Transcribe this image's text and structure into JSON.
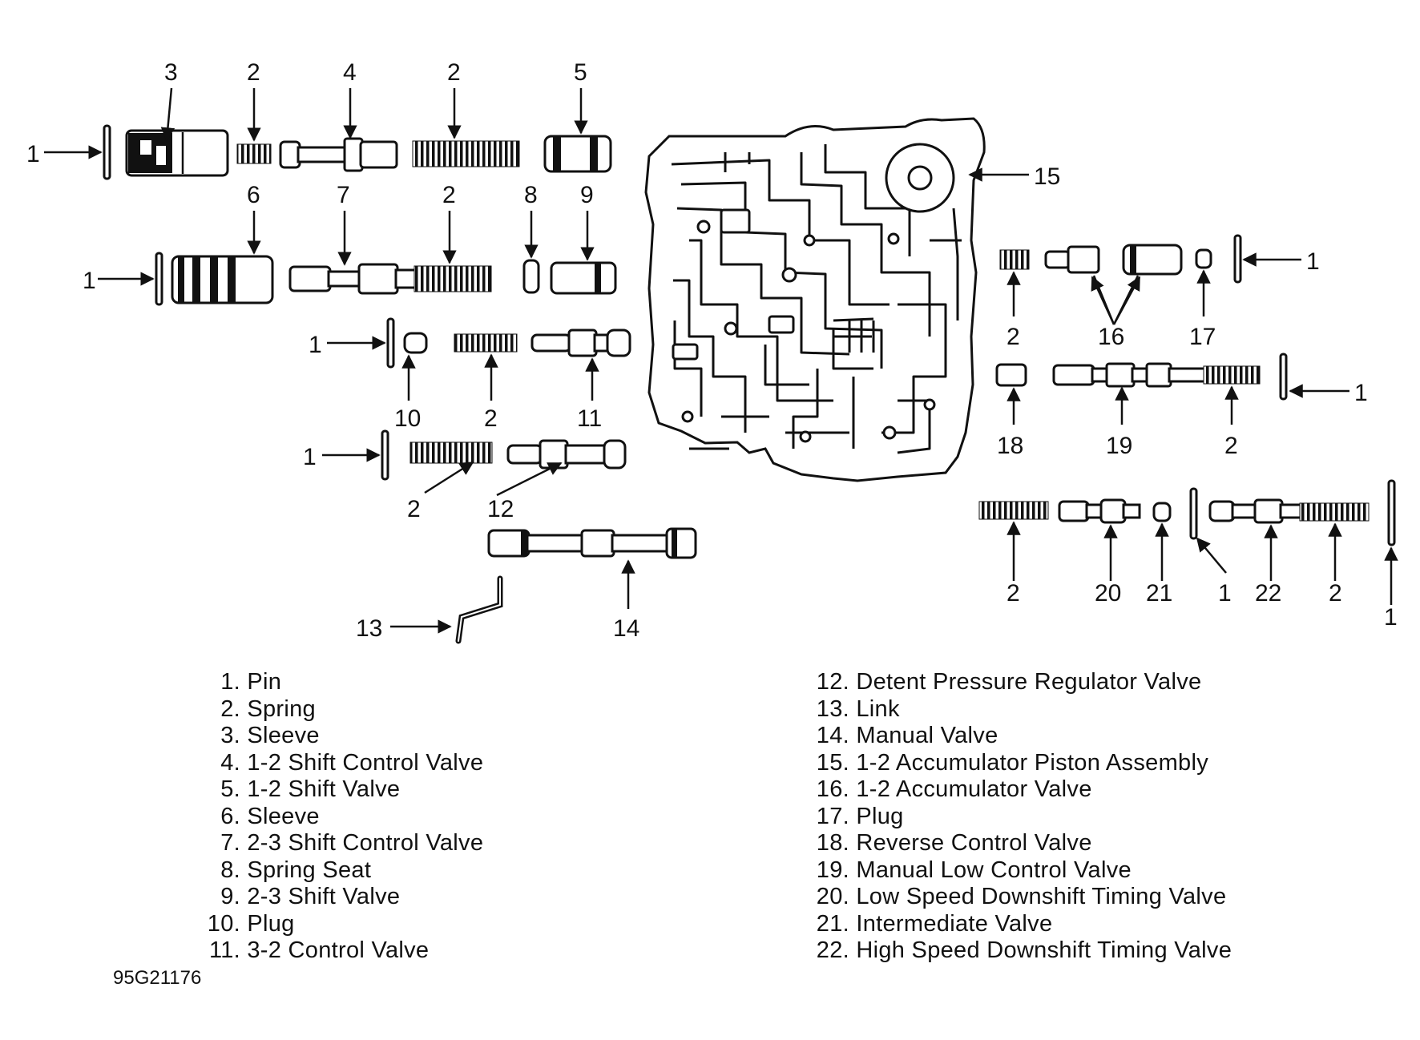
{
  "callouts": {
    "c3": "3",
    "c2a": "2",
    "c4": "4",
    "c2b": "2",
    "c5": "5",
    "c1a": "1",
    "c6": "6",
    "c7": "7",
    "c2c": "2",
    "c8": "8",
    "c9": "9",
    "c1b": "1",
    "c1c": "1",
    "c10": "10",
    "c2d": "2",
    "c11": "11",
    "c1d": "1",
    "c2e": "2",
    "c12": "12",
    "c13": "13",
    "c14": "14",
    "c15": "15",
    "c2f": "2",
    "c16": "16",
    "c17": "17",
    "c1e": "1",
    "c18": "18",
    "c19": "19",
    "c2g": "2",
    "c1f": "1",
    "c2h": "2",
    "c20": "20",
    "c21": "21",
    "c1g": "1",
    "c22": "22",
    "c2i": "2",
    "c1h": "1"
  },
  "legend": {
    "left": [
      {
        "num": "1.",
        "text": "Pin"
      },
      {
        "num": "2.",
        "text": "Spring"
      },
      {
        "num": "3.",
        "text": "Sleeve"
      },
      {
        "num": "4.",
        "text": "1-2 Shift Control Valve"
      },
      {
        "num": "5.",
        "text": "1-2 Shift Valve"
      },
      {
        "num": "6.",
        "text": "Sleeve"
      },
      {
        "num": "7.",
        "text": "2-3 Shift Control Valve"
      },
      {
        "num": "8.",
        "text": "Spring Seat"
      },
      {
        "num": "9.",
        "text": "2-3 Shift Valve"
      },
      {
        "num": "10.",
        "text": "Plug"
      },
      {
        "num": "11.",
        "text": "3-2 Control Valve"
      }
    ],
    "right": [
      {
        "num": "12.",
        "text": "Detent Pressure Regulator Valve"
      },
      {
        "num": "13.",
        "text": "Link"
      },
      {
        "num": "14.",
        "text": "Manual Valve"
      },
      {
        "num": "15.",
        "text": "1-2 Accumulator Piston Assembly"
      },
      {
        "num": "16.",
        "text": "1-2 Accumulator Valve"
      },
      {
        "num": "17.",
        "text": "Plug"
      },
      {
        "num": "18.",
        "text": "Reverse Control Valve"
      },
      {
        "num": "19.",
        "text": "Manual Low Control Valve"
      },
      {
        "num": "20.",
        "text": "Low Speed Downshift Timing Valve"
      },
      {
        "num": "21.",
        "text": "Intermediate Valve"
      },
      {
        "num": "22.",
        "text": "High Speed Downshift Timing Valve"
      }
    ]
  },
  "figure_code": "95G21176"
}
